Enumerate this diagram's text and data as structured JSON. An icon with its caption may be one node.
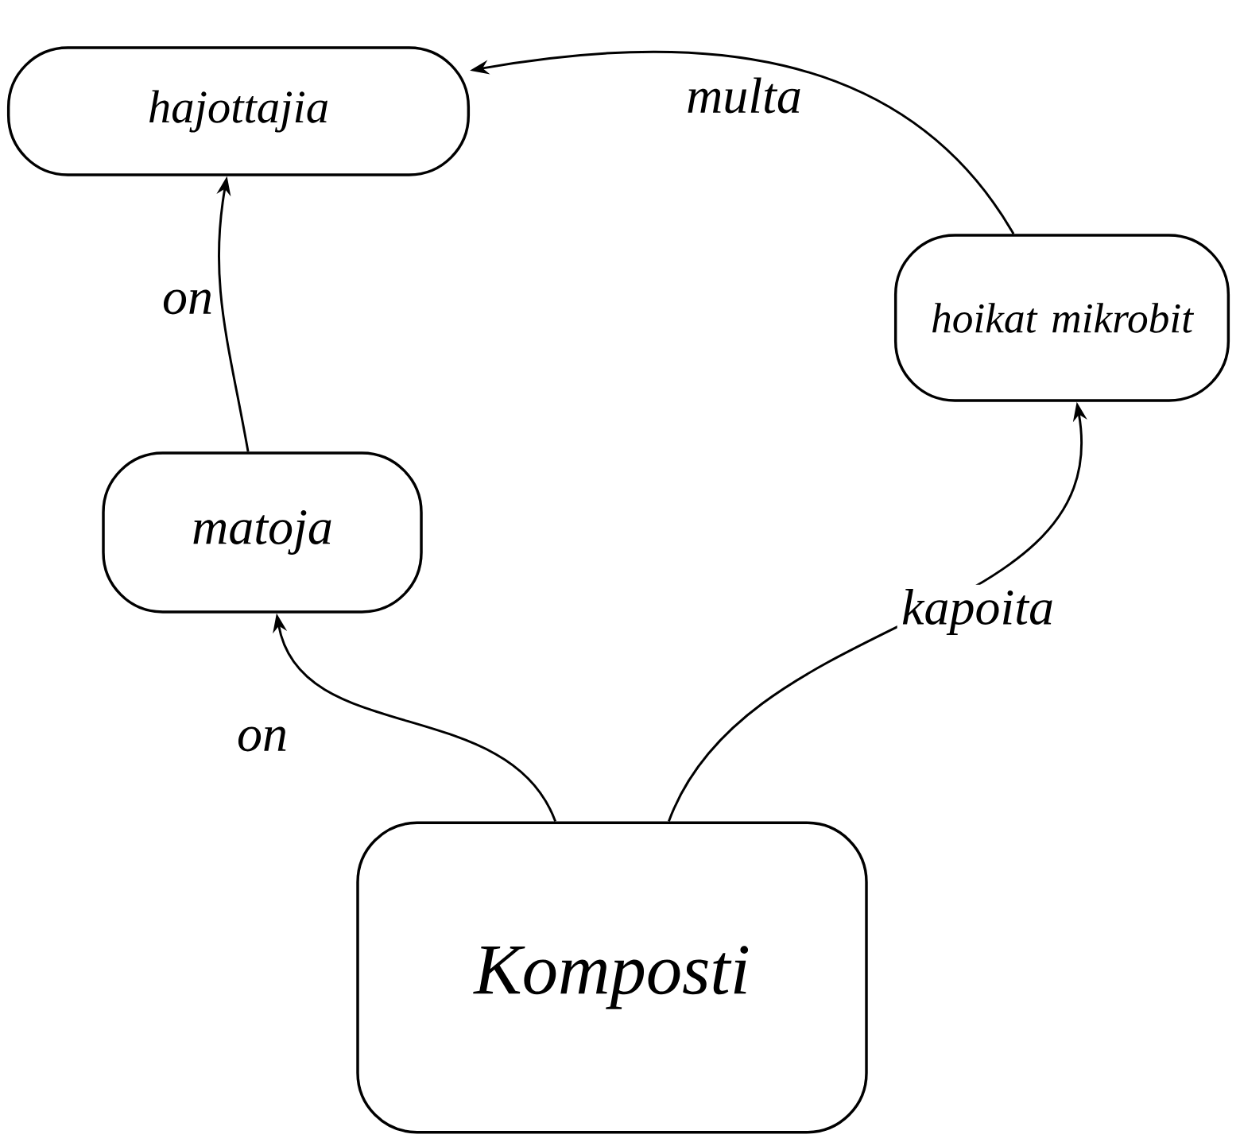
{
  "diagram": {
    "nodes": [
      {
        "text": [
          "hajottajia"
        ]
      },
      {
        "text": [
          "hoikat mikrobit"
        ]
      },
      {
        "text": [
          "matoja"
        ]
      },
      {
        "text": [
          "Komposti"
        ]
      }
    ],
    "edges": [
      {
        "from": 3,
        "to": 2,
        "arrow": "to",
        "label": "on"
      },
      {
        "from": 2,
        "to": 0,
        "arrow": "to",
        "label": "on"
      },
      {
        "from": 3,
        "to": 1,
        "arrow": "to",
        "label": "kapoita"
      },
      {
        "from": 1,
        "to": 0,
        "arrow": "to",
        "label": "multa"
      }
    ]
  }
}
